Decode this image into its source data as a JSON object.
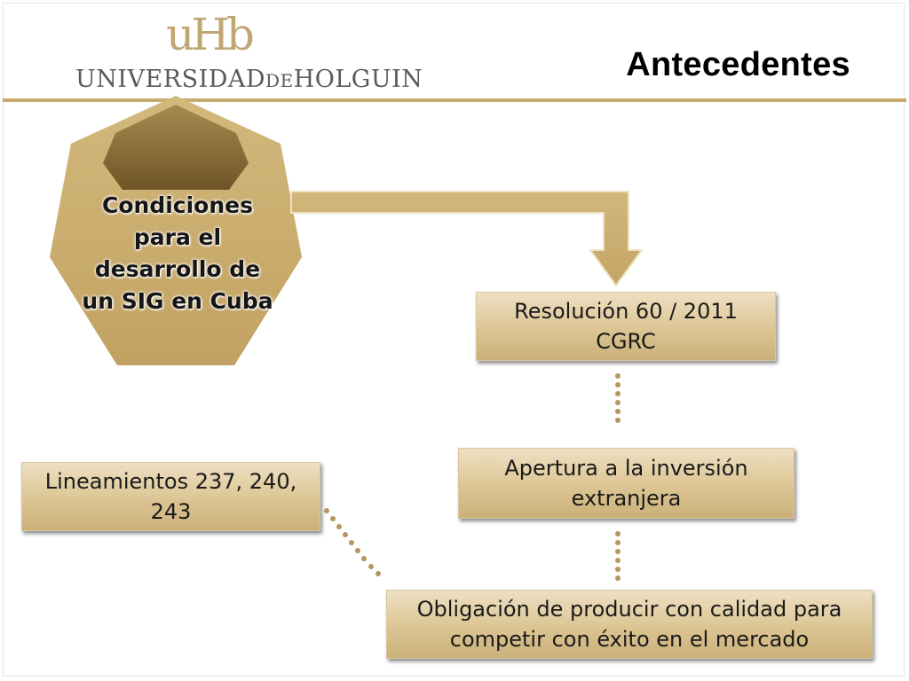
{
  "logo": {
    "mark": "uHb",
    "name_part1": "UNIVERSIDAD",
    "name_part2": "DE",
    "name_part3": "HOLGUIN"
  },
  "title": "Antecedentes",
  "diagram": {
    "central_node": "Condiciones para el desarrollo de un SIG en Cuba",
    "boxes": [
      {
        "id": "resolucion",
        "text": "Resolución 60 / 2011 CGRC"
      },
      {
        "id": "apertura",
        "text": "Apertura a la inversión extranjera"
      },
      {
        "id": "lineamientos",
        "text": "Lineamientos 237,  240, 243"
      },
      {
        "id": "obligacion",
        "text": "Obligación de producir con calidad para competir con éxito en el mercado"
      }
    ]
  },
  "colors": {
    "accent": "#c8a96e",
    "heptagon_fill": "#c9a969",
    "heptagon_cap": "#8e7340",
    "dots": "#b39660"
  }
}
